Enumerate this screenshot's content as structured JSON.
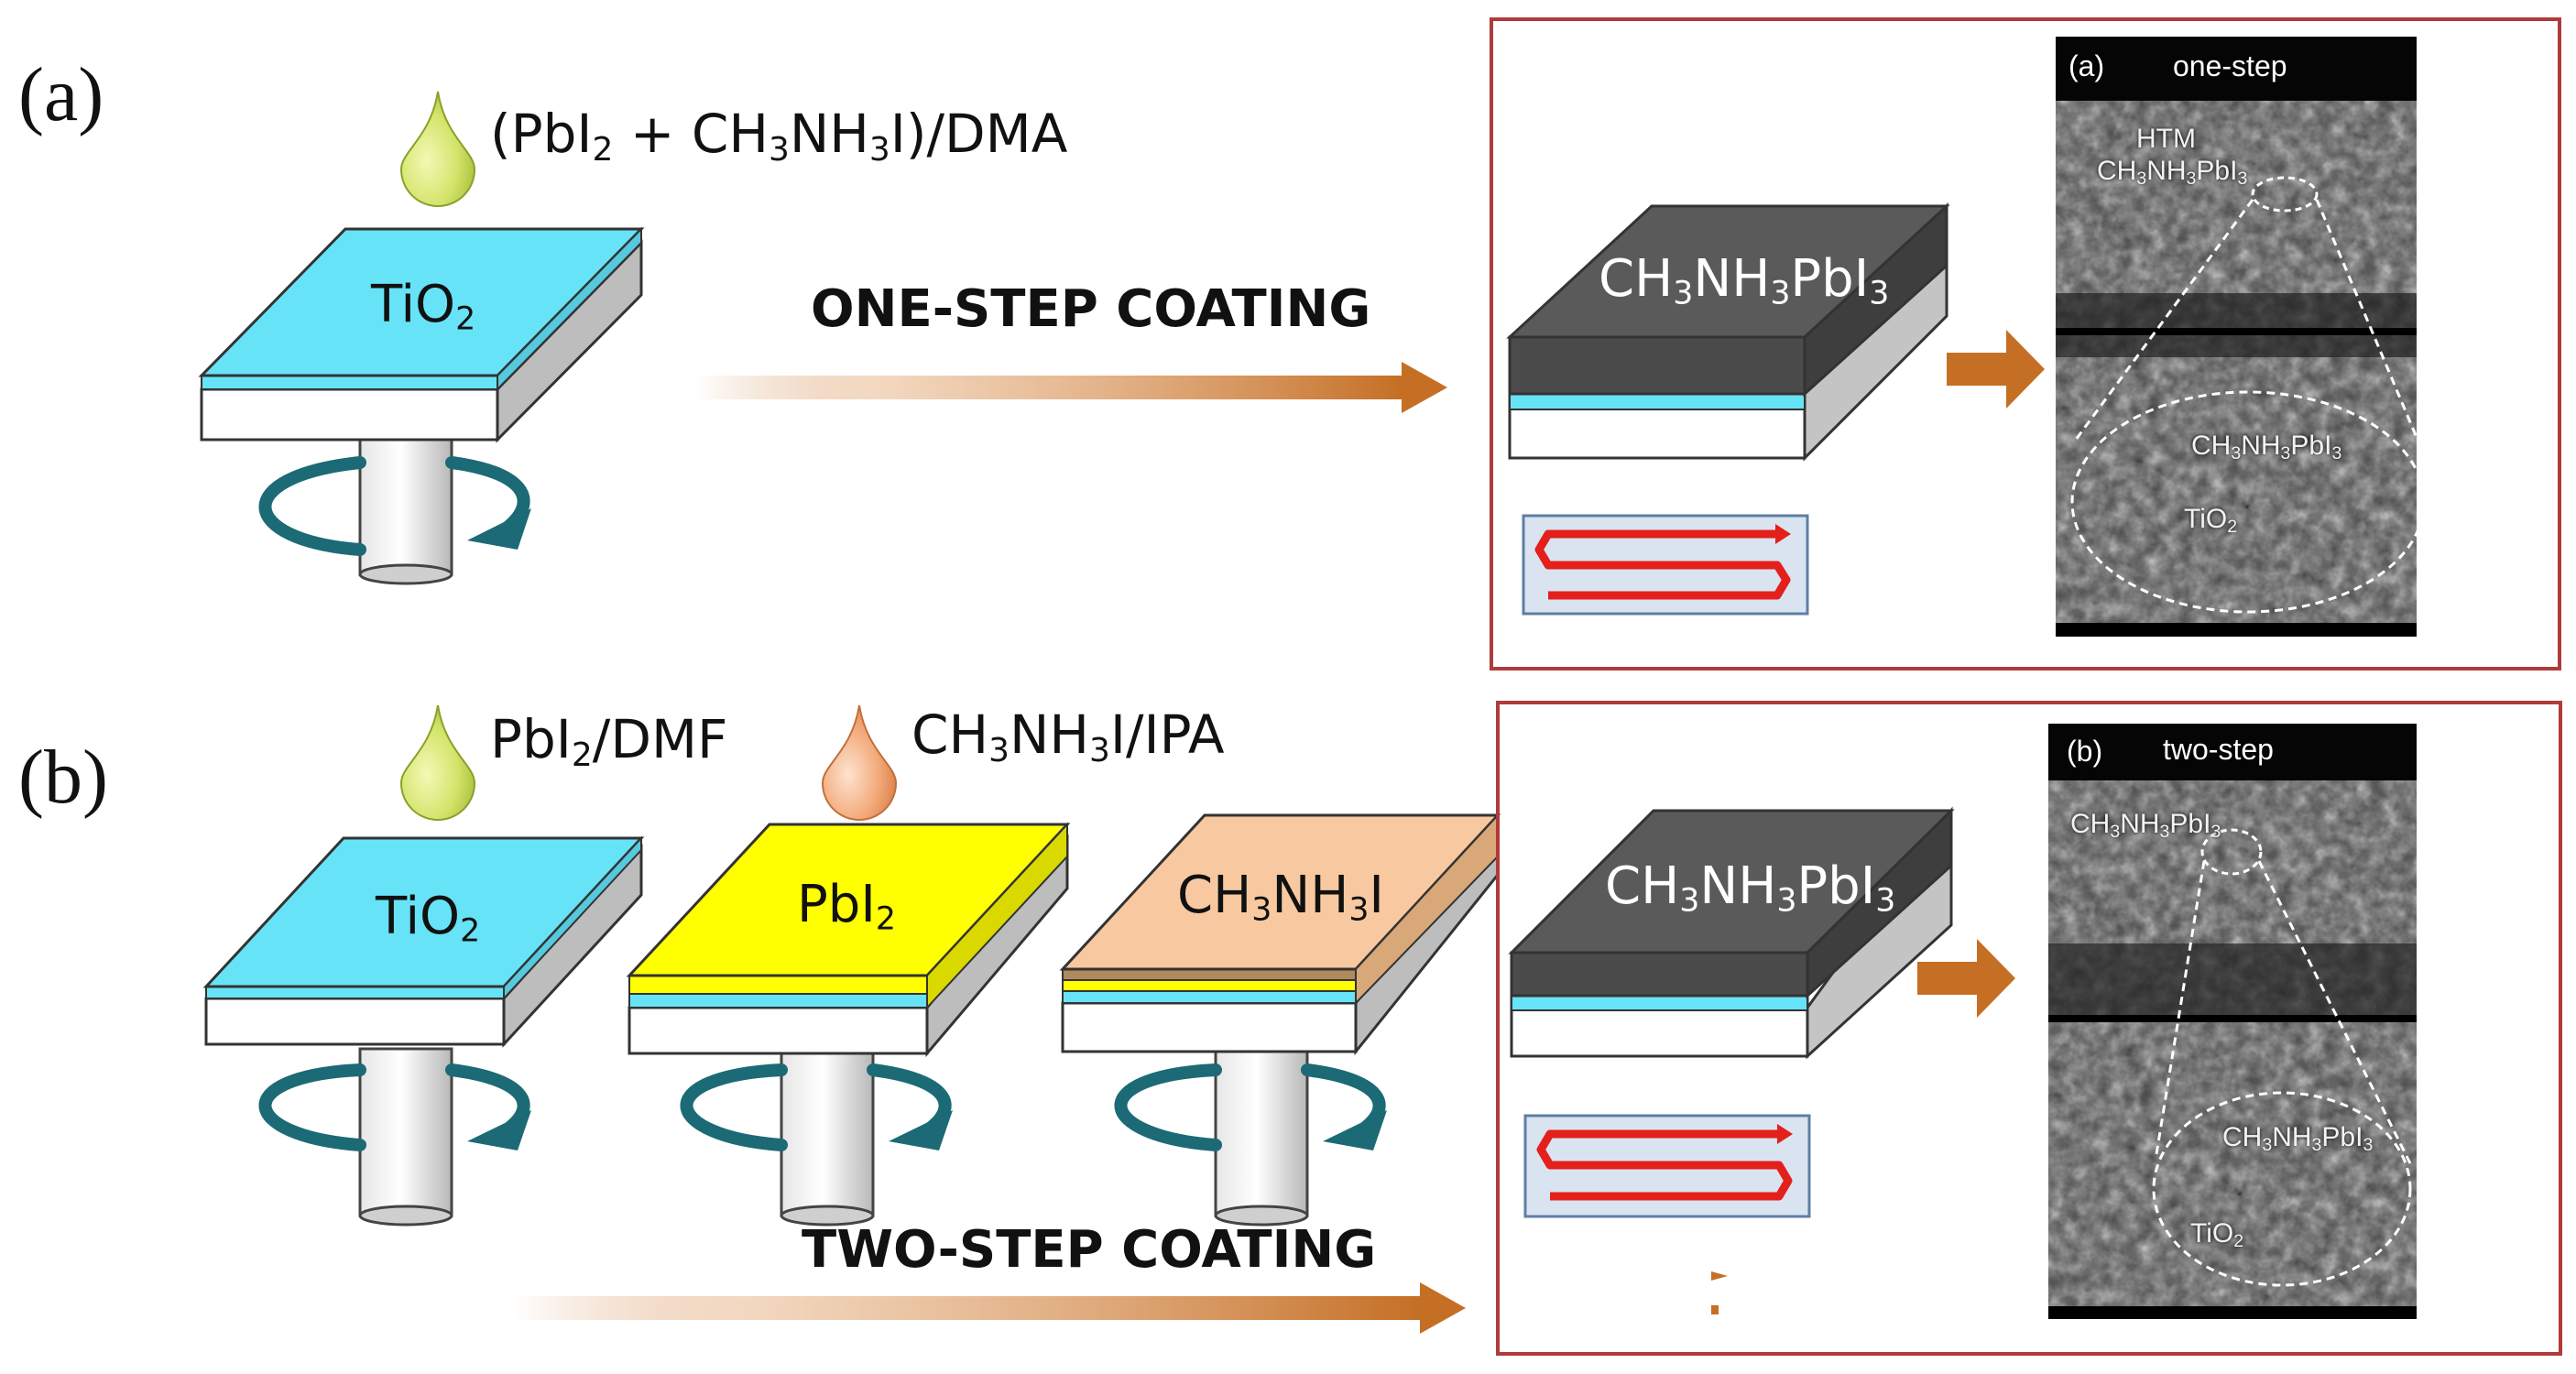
{
  "panels": {
    "a": "(a)",
    "b": "(b)"
  },
  "row_a": {
    "solution": "(PbI₂ + CH₃NH₃I)/DMA",
    "substrate_label": "TiO₂",
    "step_label": "ONE-STEP COATING",
    "film_label": "CH₃NH₃PbI₃",
    "sem": {
      "tag": "(a)",
      "title": "one-step",
      "layer_htm": "HTM",
      "layer_perovskite": "CH₃NH₃PbI₃",
      "zoom_perovskite": "CH₃NH₃PbI₃",
      "zoom_tio2": "TiO₂"
    }
  },
  "row_b": {
    "solution_1": "PbI₂/DMF",
    "solution_2": "CH₃NH₃I/IPA",
    "substrate_1_label": "TiO₂",
    "substrate_2_label": "PbI₂",
    "substrate_3_label": "CH₃NH₃I",
    "step_label": "TWO-STEP COATING",
    "film_label": "CH₃NH₃PbI₃",
    "sem": {
      "tag": "(b)",
      "title": "two-step",
      "layer_perovskite": "CH₃NH₃PbI₃",
      "zoom_perovskite": "CH₃NH₃PbI₃",
      "zoom_tio2": "TiO₂"
    }
  },
  "colors": {
    "tio2": "#67E3F7",
    "pbi2": "#FFFF00",
    "mai": "#F8C9A0",
    "perovskite": "#5A5A5A",
    "droplet_green": "#D3E46A",
    "droplet_orange": "#F3A97A",
    "arrow": "#C56F25",
    "spin_arrow": "#1C6A76",
    "frame": "#B13A3A",
    "heater": "#E3201B"
  },
  "icons": [
    "droplet-icon",
    "spin-arrow-icon",
    "process-arrow-icon",
    "heater-icon"
  ]
}
